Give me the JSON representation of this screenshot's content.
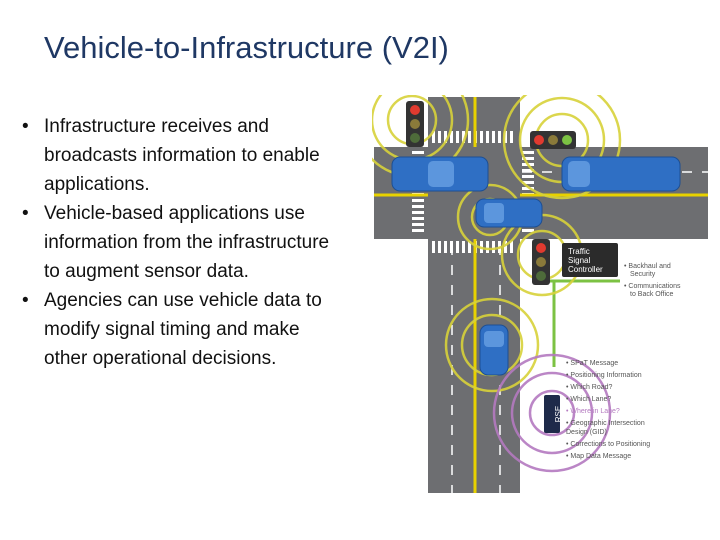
{
  "slide": {
    "title": "Vehicle-to-Infrastructure (V2I)"
  },
  "bullets": [
    "Infrastructure receives and broadcasts information to enable applications.",
    "Vehicle-based applications use information from the infrastructure to augment sensor data.",
    "Agencies can use vehicle data to modify signal timing and make other operational decisions."
  ],
  "diagram": {
    "controller_label": [
      "Traffic",
      "Signal",
      "Controller"
    ],
    "controller_links": [
      "• Backhaul and",
      "Security",
      "• Communications",
      "to Back Office"
    ],
    "rse_label": "RSE",
    "rse_messages": [
      "• SPaT Message",
      "• Positioning Information",
      "  • Which Road?",
      "  • Which Lane?",
      "  • Where in Lane?",
      "• Geographic Intersection",
      "  Design (GID)",
      "• Corrections to Positioning",
      "• Map Data Message"
    ],
    "colors": {
      "road": "#6d6e71",
      "lane_line": "#e8d200",
      "vehicle": "#2f6fc4",
      "signal_ring": "#d8d23a",
      "rse_ring": "#b47ac0",
      "backhaul": "#7cc243",
      "title": "#1f3864"
    }
  }
}
